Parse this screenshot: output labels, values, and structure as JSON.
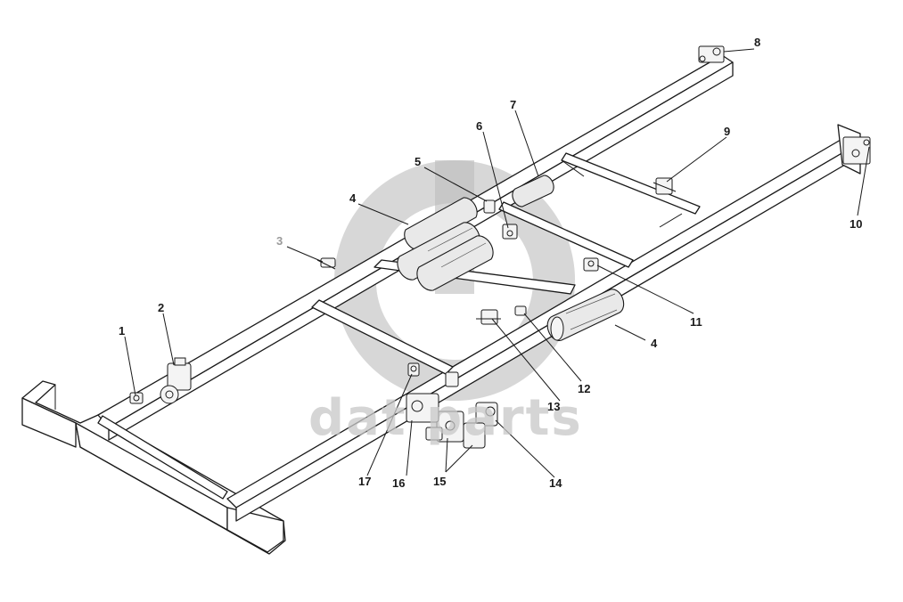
{
  "callouts": {
    "c1": "1",
    "c2": "2",
    "c3": "3",
    "c4a": "4",
    "c4b": "4",
    "c5": "5",
    "c6": "6",
    "c7": "7",
    "c8": "8",
    "c9": "9",
    "c10": "10",
    "c11": "11",
    "c12": "12",
    "c13": "13",
    "c14": "14",
    "c15": "15",
    "c16": "16",
    "c17": "17"
  },
  "watermark": {
    "text": "dat  parts"
  },
  "colors": {
    "line": "#1a1a1a",
    "watermark": "#c8c8c8",
    "dim_callout": "#9a9a9a"
  }
}
